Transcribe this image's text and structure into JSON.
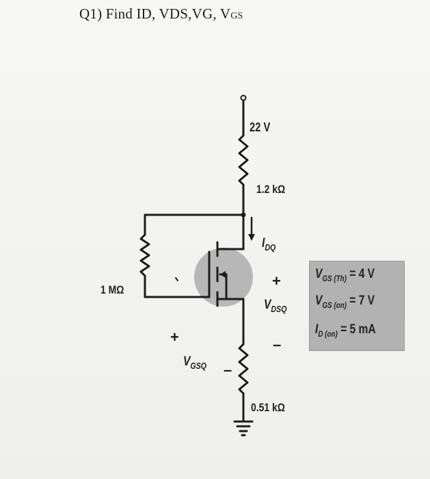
{
  "question": {
    "prefix": "Q1) Find ID, VDS,VG, V",
    "suffix": "GS"
  },
  "circuit": {
    "supply": "22 V",
    "r_drain": "1.2 kΩ",
    "r_source": "0.51 kΩ",
    "r_gate": "1 MΩ",
    "current_symbol": "I",
    "current_sub": "DQ",
    "vds_symbol": "V",
    "vds_sub": "DSQ",
    "vgs_symbol": "V",
    "vgs_sub": "GSQ",
    "plus": "+",
    "minus": "–"
  },
  "specs": [
    {
      "symbol": "V",
      "sub": "GS (Th)",
      "value": "= 4 V"
    },
    {
      "symbol": "V",
      "sub": "GS (on)",
      "value": "= 7 V"
    },
    {
      "symbol": "I",
      "sub": "D (on)",
      "value": "= 5 mA"
    }
  ],
  "colors": {
    "wire": "#1c1c1c",
    "mosfet_halo": "#b7b7b7",
    "spec_box": "#b2b2b2"
  }
}
